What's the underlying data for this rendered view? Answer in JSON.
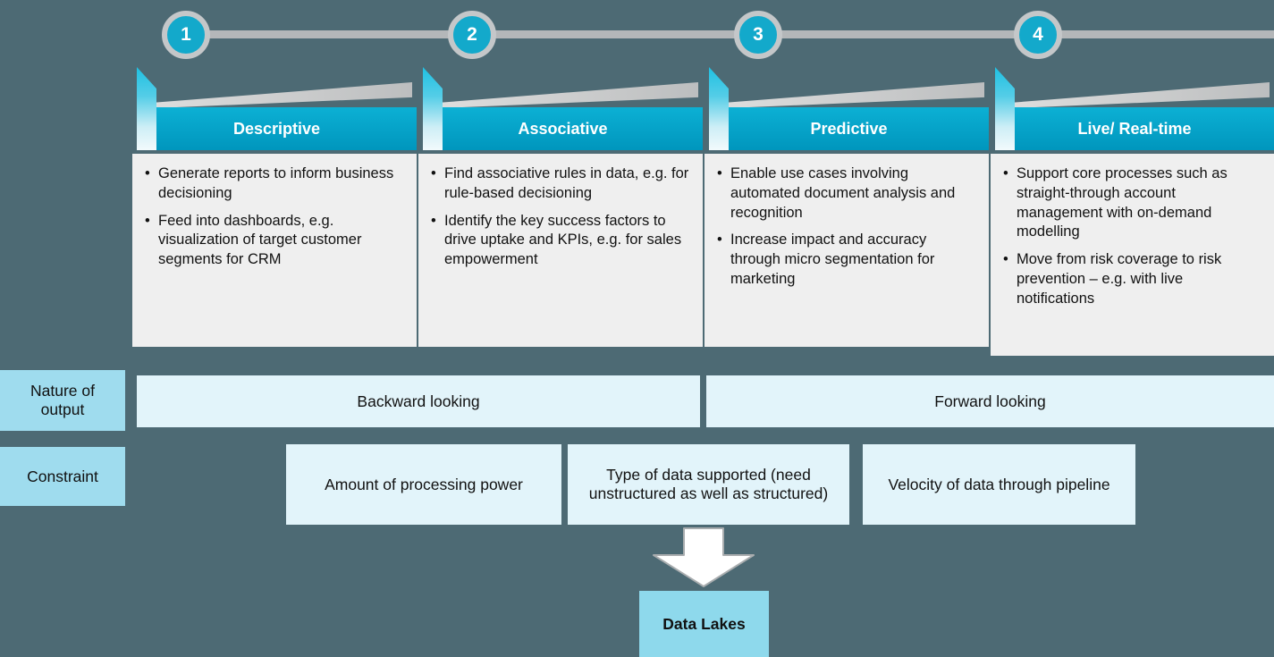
{
  "colors": {
    "background": "#4d6a74",
    "accent_teal": "#00a3c6",
    "circle_fill": "#13a9cb",
    "circle_ring": "#c4c7c9",
    "banner_text": "#ffffff",
    "body_box": "#efefef",
    "label_box": "#9fdcee",
    "cell_box": "#e2f4fa",
    "data_lakes_box": "#8ed9ec",
    "timeline_gray": "#b4b7b9"
  },
  "columns": [
    {
      "number": "1",
      "title": "Descriptive",
      "bullets": [
        "Generate reports to inform business decisioning",
        "Feed into dashboards, e.g. visualization of target customer segments for CRM"
      ]
    },
    {
      "number": "2",
      "title": "Associative",
      "bullets": [
        "Find associative rules in data, e.g. for rule-based decisioning",
        "Identify the key success factors to drive uptake and KPIs, e.g. for sales empowerment"
      ]
    },
    {
      "number": "3",
      "title": "Predictive",
      "bullets": [
        "Enable use cases involving automated document analysis and recognition",
        "Increase impact and accuracy through micro segmentation for marketing"
      ]
    },
    {
      "number": "4",
      "title": "Live/ Real-time",
      "bullets": [
        "Support core processes such as straight-through account management with on-demand modelling",
        "Move from risk coverage to risk prevention – e.g. with live notifications"
      ]
    }
  ],
  "rows": {
    "nature": {
      "label": "Nature of output",
      "backward": "Backward looking",
      "forward": "Forward looking"
    },
    "constraint": {
      "label": "Constraint",
      "cells": [
        "Amount of processing power",
        "Type of data supported (need unstructured as well as structured)",
        "Velocity of data through pipeline"
      ]
    }
  },
  "footer": {
    "data_lakes_label": "Data Lakes"
  }
}
